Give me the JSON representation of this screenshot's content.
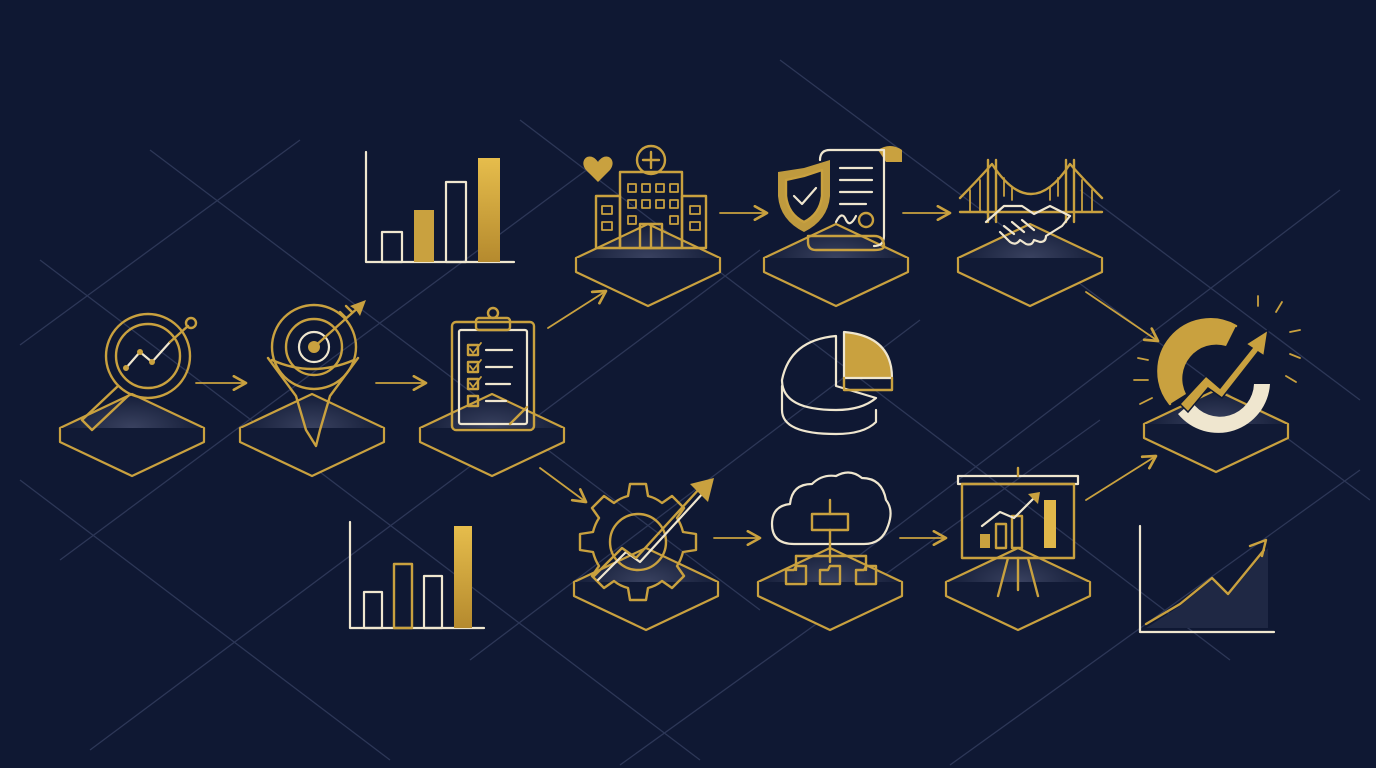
{
  "colors": {
    "background": "#0f1833",
    "gold": "#c9a13f",
    "cream": "#efe6cf",
    "grid": "#2d3757"
  },
  "nodes": [
    {
      "id": "analysis",
      "icon": "magnifier-trend-icon"
    },
    {
      "id": "targeting",
      "icon": "funnel-target-icon"
    },
    {
      "id": "checklist",
      "icon": "clipboard-checklist-icon"
    },
    {
      "id": "healthcare",
      "icon": "hospital-heart-icon"
    },
    {
      "id": "compliance",
      "icon": "shield-contract-icon"
    },
    {
      "id": "partnership",
      "icon": "bridge-handshake-icon"
    },
    {
      "id": "optimization",
      "icon": "gear-growth-icon"
    },
    {
      "id": "cloud",
      "icon": "cloud-hierarchy-icon"
    },
    {
      "id": "presentation",
      "icon": "presentation-board-icon"
    },
    {
      "id": "growth",
      "icon": "growth-cycle-icon"
    }
  ],
  "decorations": [
    {
      "id": "bar-chart-top",
      "icon": "bar-chart-icon"
    },
    {
      "id": "bar-chart-bottom",
      "icon": "bar-chart-icon"
    },
    {
      "id": "pie-chart",
      "icon": "pie-chart-icon"
    },
    {
      "id": "area-chart",
      "icon": "area-chart-icon"
    }
  ]
}
